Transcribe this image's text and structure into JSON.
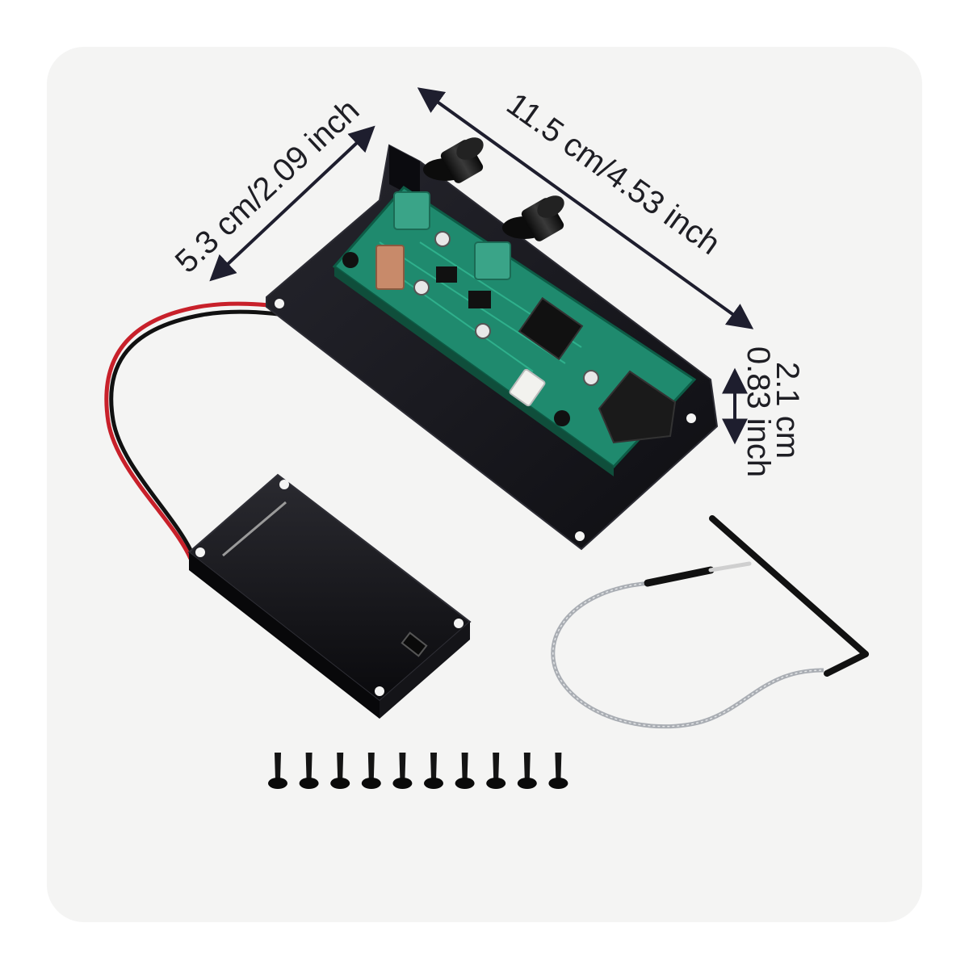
{
  "dimensions": {
    "width_label": "5.3 cm/2.09 inch",
    "length_label": "11.5 cm/4.53 inch",
    "height_label_cm": "2.1 cm",
    "height_label_inch": "0.83 inch"
  },
  "colors": {
    "background_card": "#f4f4f3",
    "plate": "#16161c",
    "pcb": "#1f8a6e",
    "potentiometer_body": "#3aa488",
    "wire_red": "#c8202a",
    "wire_black": "#111111",
    "dimension_line": "#1e1e2e"
  },
  "items": {
    "plate": "preamp-mounting-plate",
    "pcb": "eq-circuit-board",
    "knobs": 2,
    "battery_box": "battery-box",
    "pickup": "piezo-pickup",
    "screws": 10
  }
}
